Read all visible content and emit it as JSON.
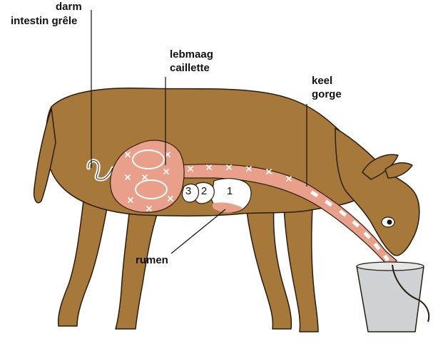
{
  "labels": {
    "darm": {
      "nl": "darm",
      "fr": "intestin grêle"
    },
    "lebmaag": {
      "nl": "lebmaag",
      "fr": "caillette"
    },
    "keel": {
      "nl": "keel",
      "fr": "gorge"
    },
    "rumen": "rumen"
  },
  "stomach_numbers": [
    "3",
    "2",
    "1"
  ],
  "colors": {
    "body": "#a6793a",
    "outline": "#2a1c0c",
    "organ": "#e8a08a",
    "marks": "#ffffff",
    "bucket": "#cfd2d4"
  }
}
